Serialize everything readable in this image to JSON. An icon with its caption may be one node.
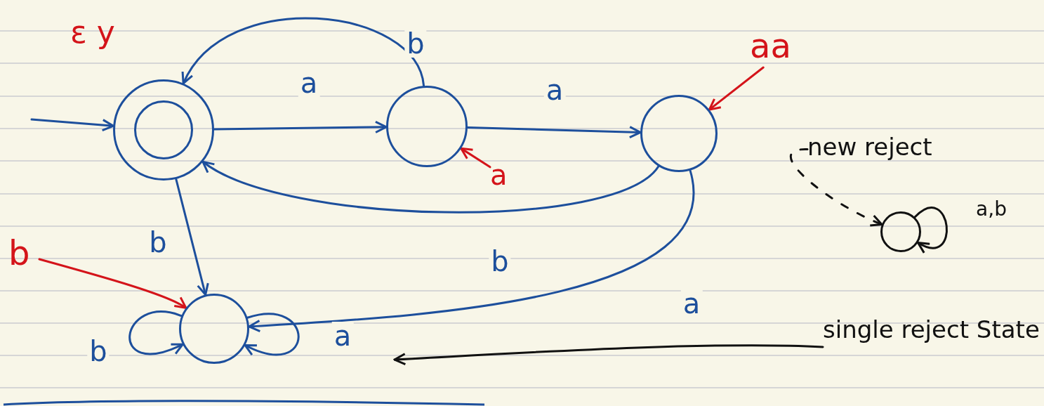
{
  "diagram": {
    "nodes": [
      {
        "text": [],
        "shape": "circle",
        "beside": [
          "ε y"
        ]
      },
      {
        "text": [],
        "shape": "circle"
      },
      {
        "text": [],
        "shape": "circle"
      },
      {
        "text": [],
        "shape": "circle"
      },
      {
        "text": [],
        "shape": "circle"
      },
      {
        "text": [
          "new reject"
        ]
      },
      {
        "text": [
          "single reject State"
        ]
      },
      {
        "text": [
          "a"
        ]
      },
      {
        "text": [
          "aa"
        ]
      },
      {
        "text": [
          "b"
        ]
      }
    ],
    "edges": [
      {
        "from": null,
        "to": 0,
        "arrow": "to"
      },
      {
        "from": 0,
        "to": 1,
        "arrow": "to",
        "label": "a"
      },
      {
        "from": 1,
        "to": 2,
        "arrow": "to",
        "label": "a"
      },
      {
        "from": 1,
        "to": 0,
        "arrow": "to",
        "label": "b"
      },
      {
        "from": 2,
        "to": 0,
        "arrow": "to",
        "label": "b"
      },
      {
        "from": 0,
        "to": 3,
        "arrow": "to",
        "label": "b"
      },
      {
        "from": 2,
        "to": 3,
        "arrow": "to",
        "label": "a"
      },
      {
        "from": 3,
        "to": 3,
        "arrow": "to",
        "label": "b"
      },
      {
        "from": 3,
        "to": 3,
        "arrow": "to",
        "label": "a"
      },
      {
        "from": 4,
        "to": 4,
        "arrow": "to",
        "label": "a,b",
        "color": "#111111"
      },
      {
        "from": 5,
        "to": 4,
        "arrow": "to",
        "style": "dashed",
        "color": "#111111"
      },
      {
        "from": 6,
        "to": null,
        "arrow": "to",
        "color": "#111111"
      },
      {
        "from": 7,
        "to": 1,
        "arrow": "to",
        "color": "#d4141a"
      },
      {
        "from": 8,
        "to": 2,
        "arrow": "to",
        "color": "#d4141a"
      },
      {
        "from": 9,
        "to": 3,
        "arrow": "to",
        "color": "#d4141a"
      }
    ]
  }
}
